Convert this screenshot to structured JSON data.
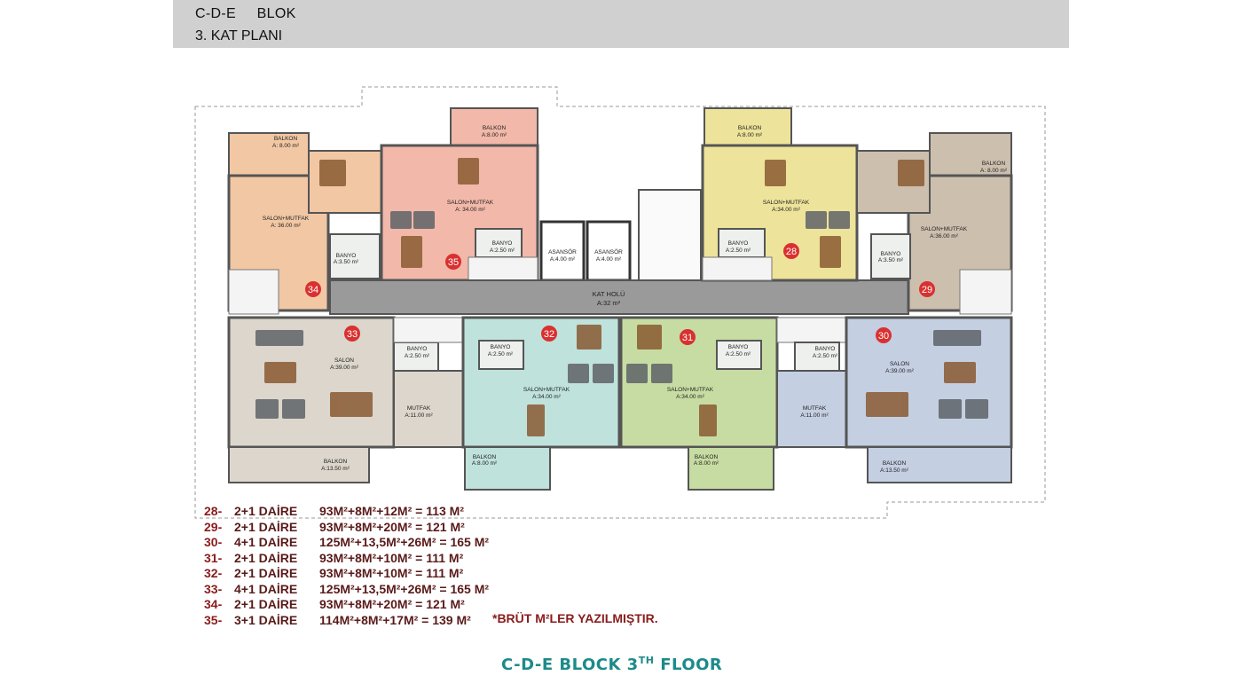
{
  "header": {
    "block": "C-D-E     BLOK",
    "floor": "3. KAT PLANI"
  },
  "colors": {
    "apt34": "#f2c7a4",
    "apt35": "#f2b8a9",
    "apt28": "#ede39a",
    "apt29": "#cdbfae",
    "apt33": "#dcd6cc",
    "apt32": "#bfe2dc",
    "apt31": "#c7dca2",
    "apt30": "#c4cfe2",
    "hall": "#9a9a9a",
    "badge": "#d93030",
    "legend_num": "#8a1c1c",
    "footer": "#1d8a8a"
  },
  "plan": {
    "badges": [
      "34",
      "35",
      "28",
      "29",
      "33",
      "32",
      "31",
      "30"
    ],
    "rooms": {
      "apt34": {
        "balkon": "BALKON",
        "balkon_area": "A: 8.00 m²",
        "salon": "SALON+MUTFAK",
        "salon_area": "A: 36.00 m²",
        "banyo": "BANYO",
        "banyo_area": "A:3.50 m²"
      },
      "apt35": {
        "balkon": "BALKON",
        "balkon_area": "A:8.00 m²",
        "salon": "SALON+MUTFAK",
        "salon_area": "A: 34.00 m²",
        "banyo": "BANYO",
        "banyo_area": "A:2.50 m²"
      },
      "apt28": {
        "balkon": "BALKON",
        "balkon_area": "A:8.00 m²",
        "salon": "SALON+MUTFAK",
        "salon_area": "A:34.00 m²",
        "banyo": "BANYO",
        "banyo_area": "A:2.50 m²"
      },
      "apt29": {
        "balkon": "BALKON",
        "balkon_area": "A: 8.00 m²",
        "salon": "SALON+MUTFAK",
        "salon_area": "A:36.00 m²",
        "banyo": "BANYO",
        "banyo_area": "A:3.50 m²"
      },
      "apt33": {
        "salon": "SALON",
        "salon_area": "A:39.00 m²",
        "banyo": "BANYO",
        "banyo_area": "A:2.50 m²",
        "mutfak": "MUTFAK",
        "mutfak_area": "A:11.00 m²",
        "balkon": "BALKON",
        "balkon_area": "A:13.50 m²"
      },
      "apt32": {
        "banyo": "BANYO",
        "banyo_area": "A:2.50 m²",
        "salon": "SALON+MUTFAK",
        "salon_area": "A:34.00 m²",
        "balkon": "BALKON",
        "balkon_area": "A:8.00 m²"
      },
      "apt31": {
        "banyo": "BANYO",
        "banyo_area": "A:2.50 m²",
        "salon": "SALON+MUTFAK",
        "salon_area": "A:34.00 m²",
        "balkon": "BALKON",
        "balkon_area": "A:8.00 m²"
      },
      "apt30": {
        "banyo": "BANYO",
        "banyo_area": "A:2.50 m²",
        "salon": "SALON",
        "salon_area": "A:39.00 m²",
        "mutfak": "MUTFAK",
        "mutfak_area": "A:11.00 m²",
        "balkon": "BALKON",
        "balkon_area": "A:13.50 m²"
      },
      "core": {
        "asansor": "ASANSÖR",
        "asansor_area": "A:4.00 m²",
        "hall": "KAT HOLÜ",
        "hall_area": "A:32 m²"
      }
    }
  },
  "legend": [
    {
      "num": "28-",
      "type": "2+1 DAİRE",
      "area": "93M²+8M²+12M² = 113 M²"
    },
    {
      "num": "29-",
      "type": "2+1 DAİRE",
      "area": "93M²+8M²+20M² = 121 M²"
    },
    {
      "num": "30-",
      "type": "4+1 DAİRE",
      "area": "125M²+13,5M²+26M² = 165 M²"
    },
    {
      "num": "31-",
      "type": "2+1 DAİRE",
      "area": "93M²+8M²+10M² = 111 M²"
    },
    {
      "num": "32-",
      "type": "2+1 DAİRE",
      "area": "93M²+8M²+10M² = 111 M²"
    },
    {
      "num": "33-",
      "type": "4+1 DAİRE",
      "area": "125M²+13,5M²+26M² = 165 M²"
    },
    {
      "num": "34-",
      "type": "2+1 DAİRE",
      "area": "93M²+8M²+20M² = 121 M²"
    },
    {
      "num": "35-",
      "type": "3+1 DAİRE",
      "area": "114M²+8M²+17M² = 139 M²"
    }
  ],
  "note": "*BRÜT M²LER YAZILMIŞTIR.",
  "footer": {
    "title": "C-D-E BLOCK 3",
    "sup": "TH",
    "title_end": " FLOOR"
  }
}
